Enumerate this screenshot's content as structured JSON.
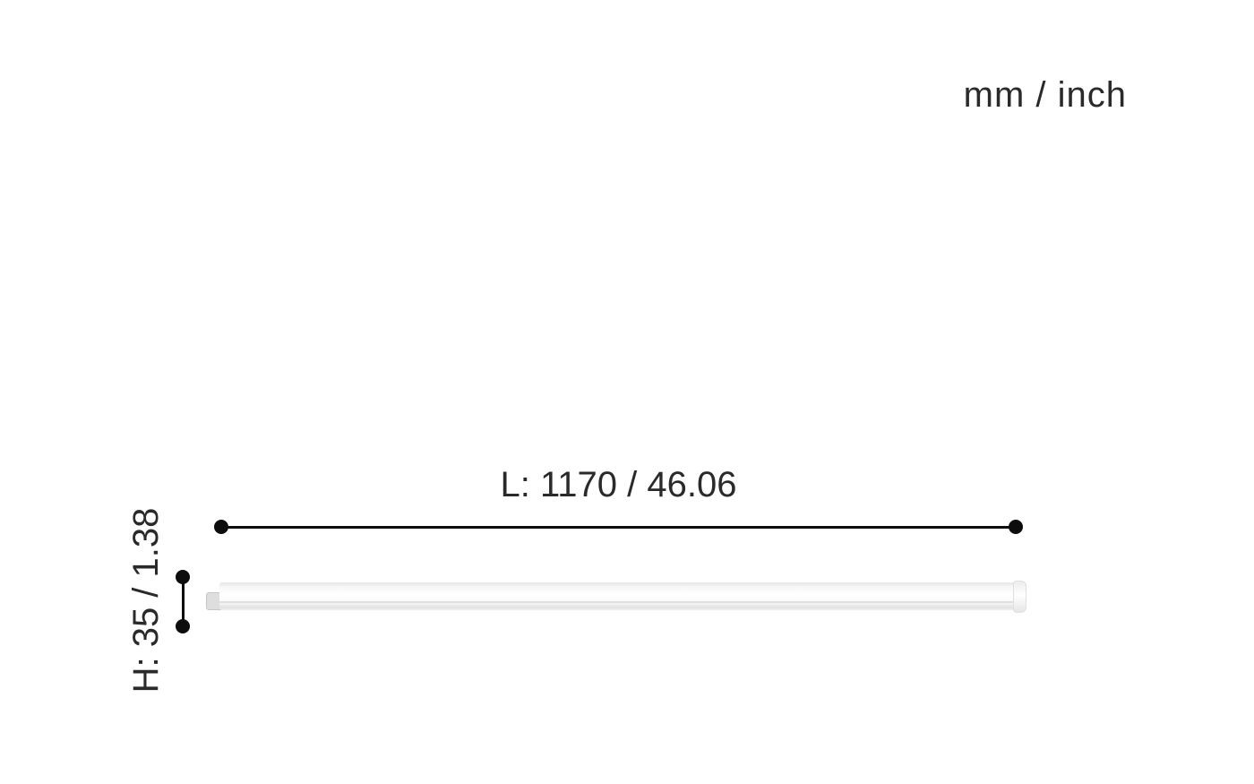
{
  "diagram": {
    "units_label": "mm / inch",
    "length": {
      "label": "L: 1170 / 46.06",
      "value_mm": "1170",
      "value_inch": "46.06"
    },
    "height": {
      "label": "H: 35 / 1.38",
      "value_mm": "35",
      "value_inch": "1.38"
    }
  },
  "colors": {
    "background": "#ffffff",
    "text": "#2a2a2a",
    "line": "#0d0d0d",
    "fixture_fill": "#fafafa",
    "fixture_edge": "#dedede"
  }
}
